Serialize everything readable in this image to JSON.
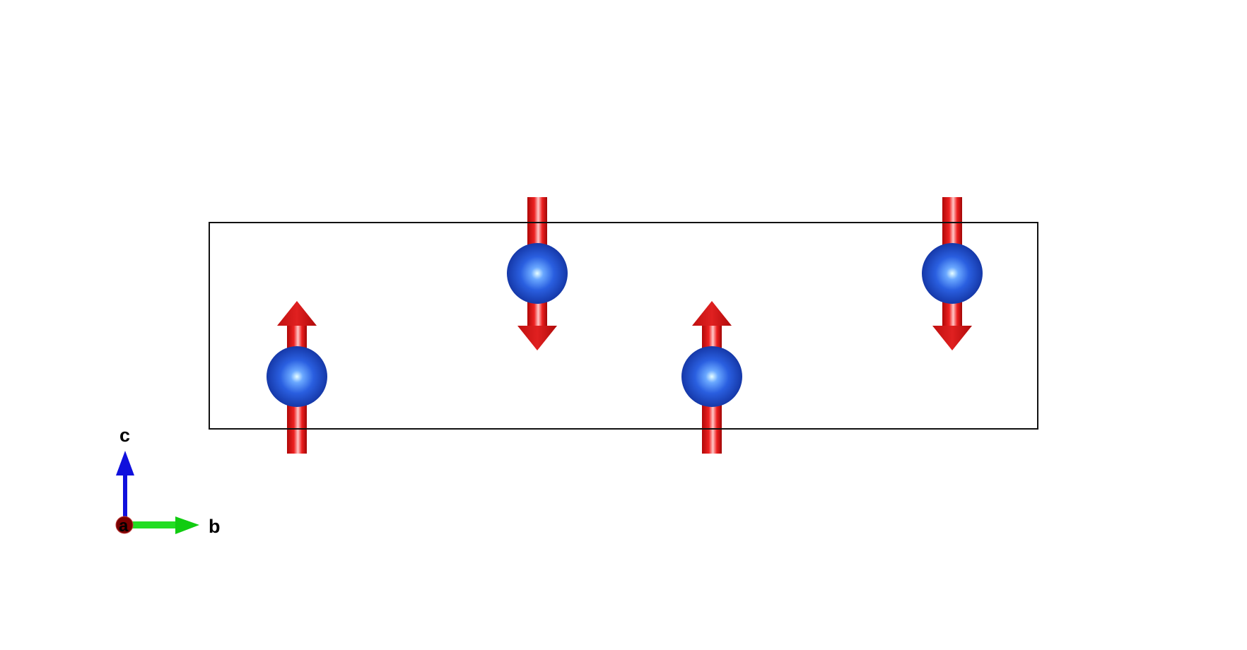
{
  "axes": {
    "a": "a",
    "b": "b",
    "c": "c"
  },
  "atoms": [
    {
      "spin": "up",
      "level": "low"
    },
    {
      "spin": "down",
      "level": "high"
    },
    {
      "spin": "up",
      "level": "low"
    },
    {
      "spin": "down",
      "level": "high"
    }
  ],
  "colors": {
    "atom": "#1f4fd0",
    "moment": "#dd1111",
    "axis_a": "#8b0000",
    "axis_b": "#22cc22",
    "axis_c": "#1010dd",
    "cell": "#111111"
  }
}
